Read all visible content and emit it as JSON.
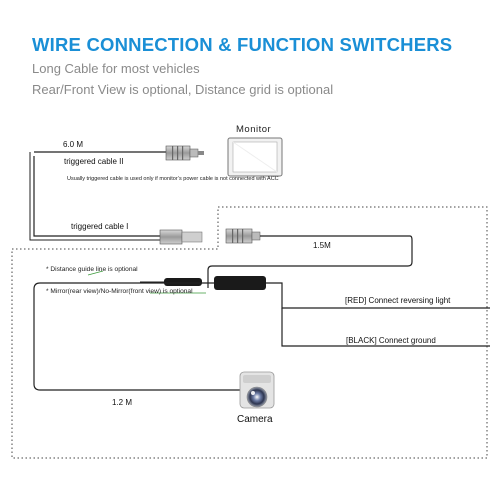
{
  "title": "WIRE CONNECTION & FUNCTION SWITCHERS",
  "subtitle_lines": [
    "Long Cable for most vehicles",
    "Rear/Front View is optional, Distance grid is optional"
  ],
  "diagram": {
    "monitor_label": "Monitor",
    "cable_top_length": "6.0 M",
    "triggered_cable_2": "triggered cable II",
    "triggered_note": "Usually triggered cable is used only if monitor’s power cable is not connected with ACC",
    "triggered_cable_1": "triggered cable I",
    "cable_mid_length": "1.5M",
    "distance_note": "* Distance guide line is optional",
    "mirror_note": "* Mirror(rear view)/No-Mirror(front view) is optional",
    "red_wire": "[RED] Connect reversing light",
    "black_wire": "[BLACK] Connect ground",
    "cable_bottom_length": "1.2 M",
    "camera_label": "Camera"
  },
  "colors": {
    "title": "#1a8fd6",
    "subtitle": "#8a8a8a",
    "wire": "#222222",
    "note_arrow": "#3a9a3a"
  }
}
